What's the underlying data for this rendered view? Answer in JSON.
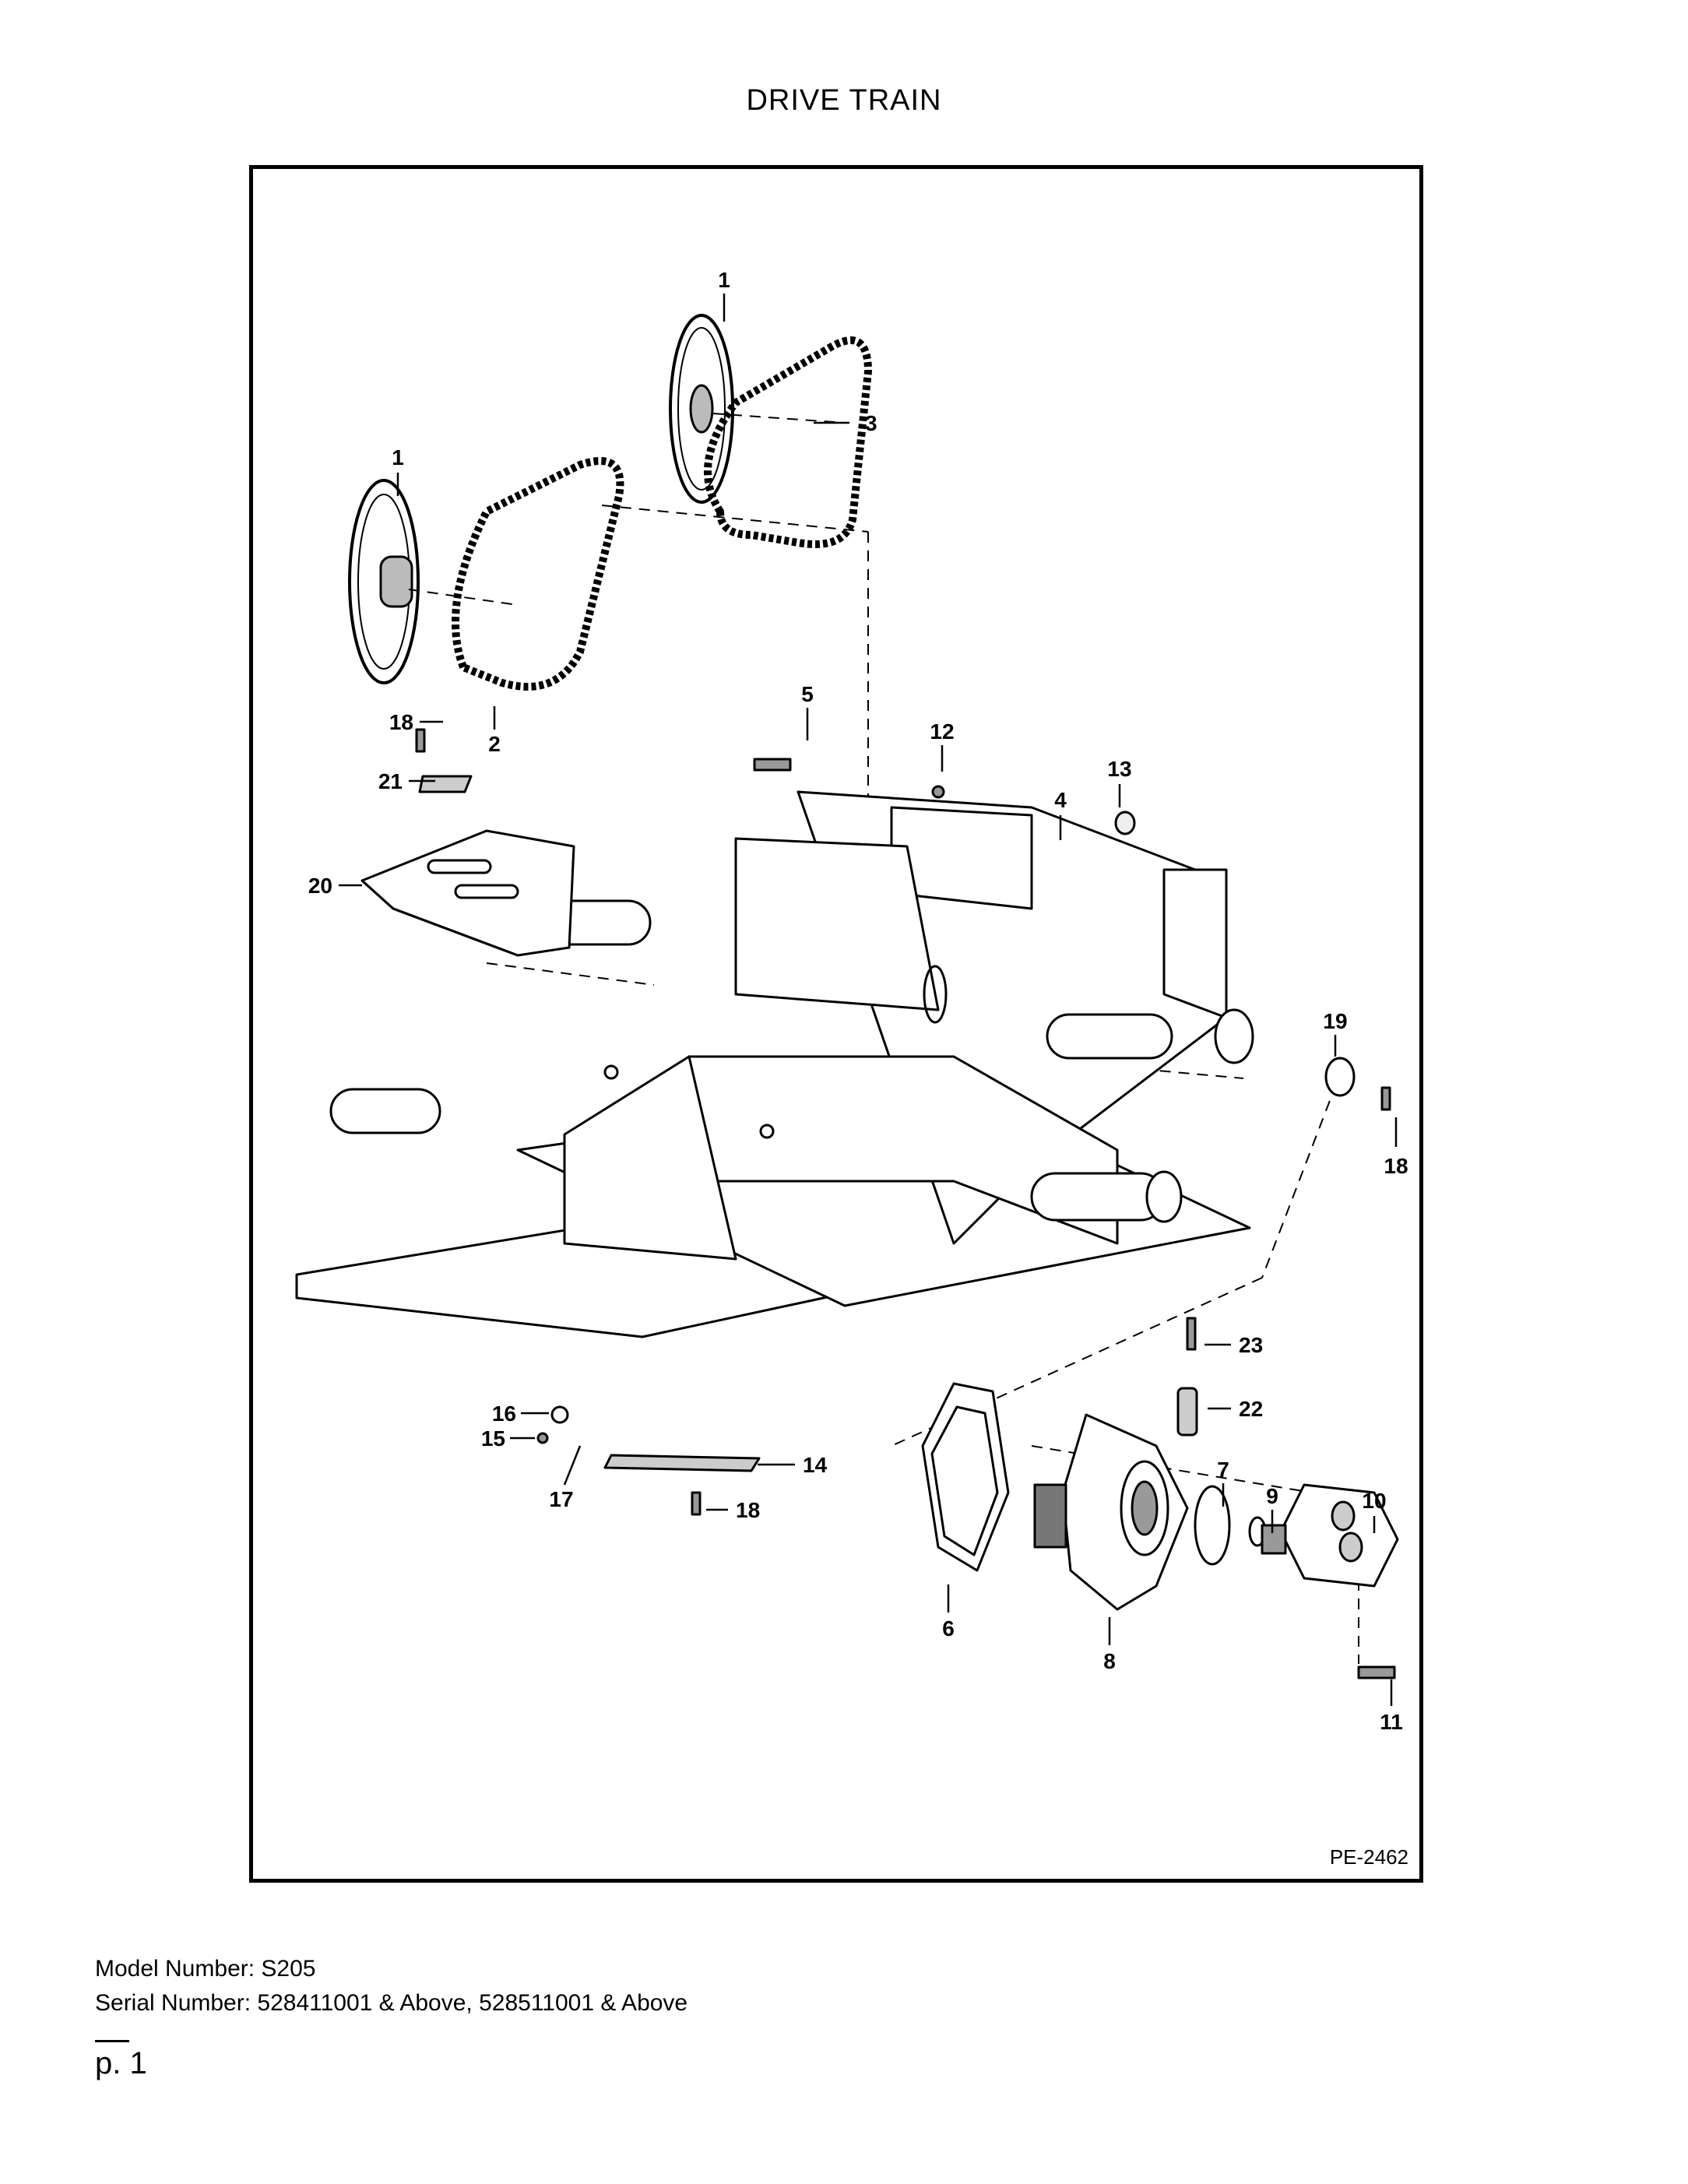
{
  "title": "DRIVE TRAIN",
  "diagram": {
    "reference": "PE-2462",
    "callouts": [
      "1",
      "1",
      "2",
      "3",
      "4",
      "5",
      "6",
      "7",
      "8",
      "9",
      "10",
      "11",
      "12",
      "13",
      "14",
      "15",
      "16",
      "17",
      "18",
      "18",
      "18",
      "19",
      "20",
      "21",
      "22",
      "23"
    ]
  },
  "footer": {
    "model": "Model Number: S205",
    "serial": "Serial Number: 528411001 & Above, 528511001 & Above"
  },
  "page": "p. 1"
}
